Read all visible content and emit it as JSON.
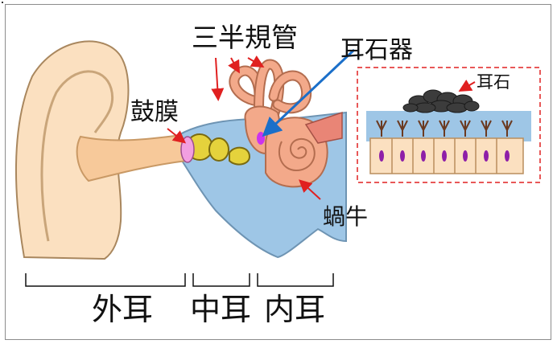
{
  "labels": {
    "semicircular_canals": "三半規管",
    "otolith_organ": "耳石器",
    "eardrum": "鼓膜",
    "cochlea": "蝸牛",
    "otolith": "耳石"
  },
  "sections": {
    "outer_ear": "外耳",
    "middle_ear": "中耳",
    "inner_ear": "内耳"
  },
  "colors": {
    "skin": "#fbe0c0",
    "skin_outline": "#a9875e",
    "canal_orange": "#f3a98a",
    "fluid_blue": "#9ec6e6",
    "ossicle_yellow": "#e5d23c",
    "eardrum_pink": "#f29fe0",
    "otolith_spot": "#cc33ee",
    "arrow_red": "#e02020",
    "arrow_blue": "#1b6fc9",
    "otolith_dark": "#3c3c3c"
  }
}
